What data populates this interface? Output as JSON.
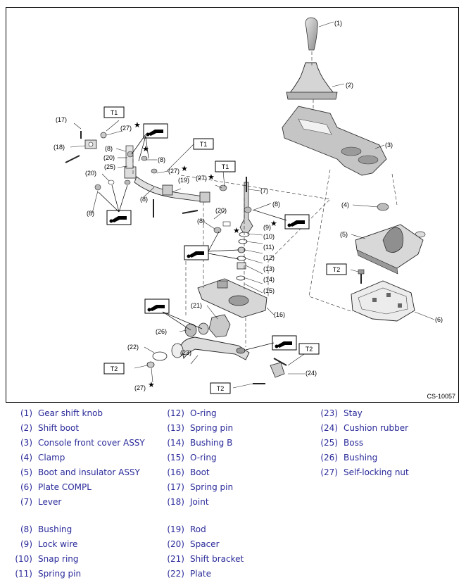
{
  "figure_code": "CS-10057",
  "callouts": {
    "t1": "T1",
    "t2": "T2",
    "star": "★"
  },
  "part_labels": [
    "(1)",
    "(2)",
    "(3)",
    "(4)",
    "(5)",
    "(6)",
    "(7)",
    "(8)",
    "(9)",
    "(10)",
    "(11)",
    "(12)",
    "(13)",
    "(14)",
    "(15)",
    "(16)",
    "(17)",
    "(18)",
    "(19)",
    "(20)",
    "(21)",
    "(22)",
    "(23)",
    "(24)",
    "(25)",
    "(26)",
    "(27)"
  ],
  "legend": [
    {
      "num": "(1)",
      "name": "Gear shift knob"
    },
    {
      "num": "(2)",
      "name": "Shift boot"
    },
    {
      "num": "(3)",
      "name": "Console front cover ASSY"
    },
    {
      "num": "(4)",
      "name": "Clamp"
    },
    {
      "num": "(5)",
      "name": "Boot and insulator ASSY"
    },
    {
      "num": "(6)",
      "name": "Plate COMPL"
    },
    {
      "num": "(7)",
      "name": "Lever"
    },
    {
      "num": "(8)",
      "name": "Bushing"
    },
    {
      "num": "(9)",
      "name": "Lock wire"
    },
    {
      "num": "(10)",
      "name": "Snap ring"
    },
    {
      "num": "(11)",
      "name": "Spring pin"
    },
    {
      "num": "(12)",
      "name": "O-ring"
    },
    {
      "num": "(13)",
      "name": "Spring pin"
    },
    {
      "num": "(14)",
      "name": "Bushing B"
    },
    {
      "num": "(15)",
      "name": "O-ring"
    },
    {
      "num": "(16)",
      "name": "Boot"
    },
    {
      "num": "(17)",
      "name": "Spring pin"
    },
    {
      "num": "(18)",
      "name": "Joint"
    },
    {
      "num": "(19)",
      "name": "Rod"
    },
    {
      "num": "(20)",
      "name": "Spacer"
    },
    {
      "num": "(21)",
      "name": "Shift bracket"
    },
    {
      "num": "(22)",
      "name": "Plate"
    },
    {
      "num": "(23)",
      "name": "Stay"
    },
    {
      "num": "(24)",
      "name": "Cushion rubber"
    },
    {
      "num": "(25)",
      "name": "Boss"
    },
    {
      "num": "(26)",
      "name": "Bushing"
    },
    {
      "num": "(27)",
      "name": "Self-locking nut"
    }
  ]
}
